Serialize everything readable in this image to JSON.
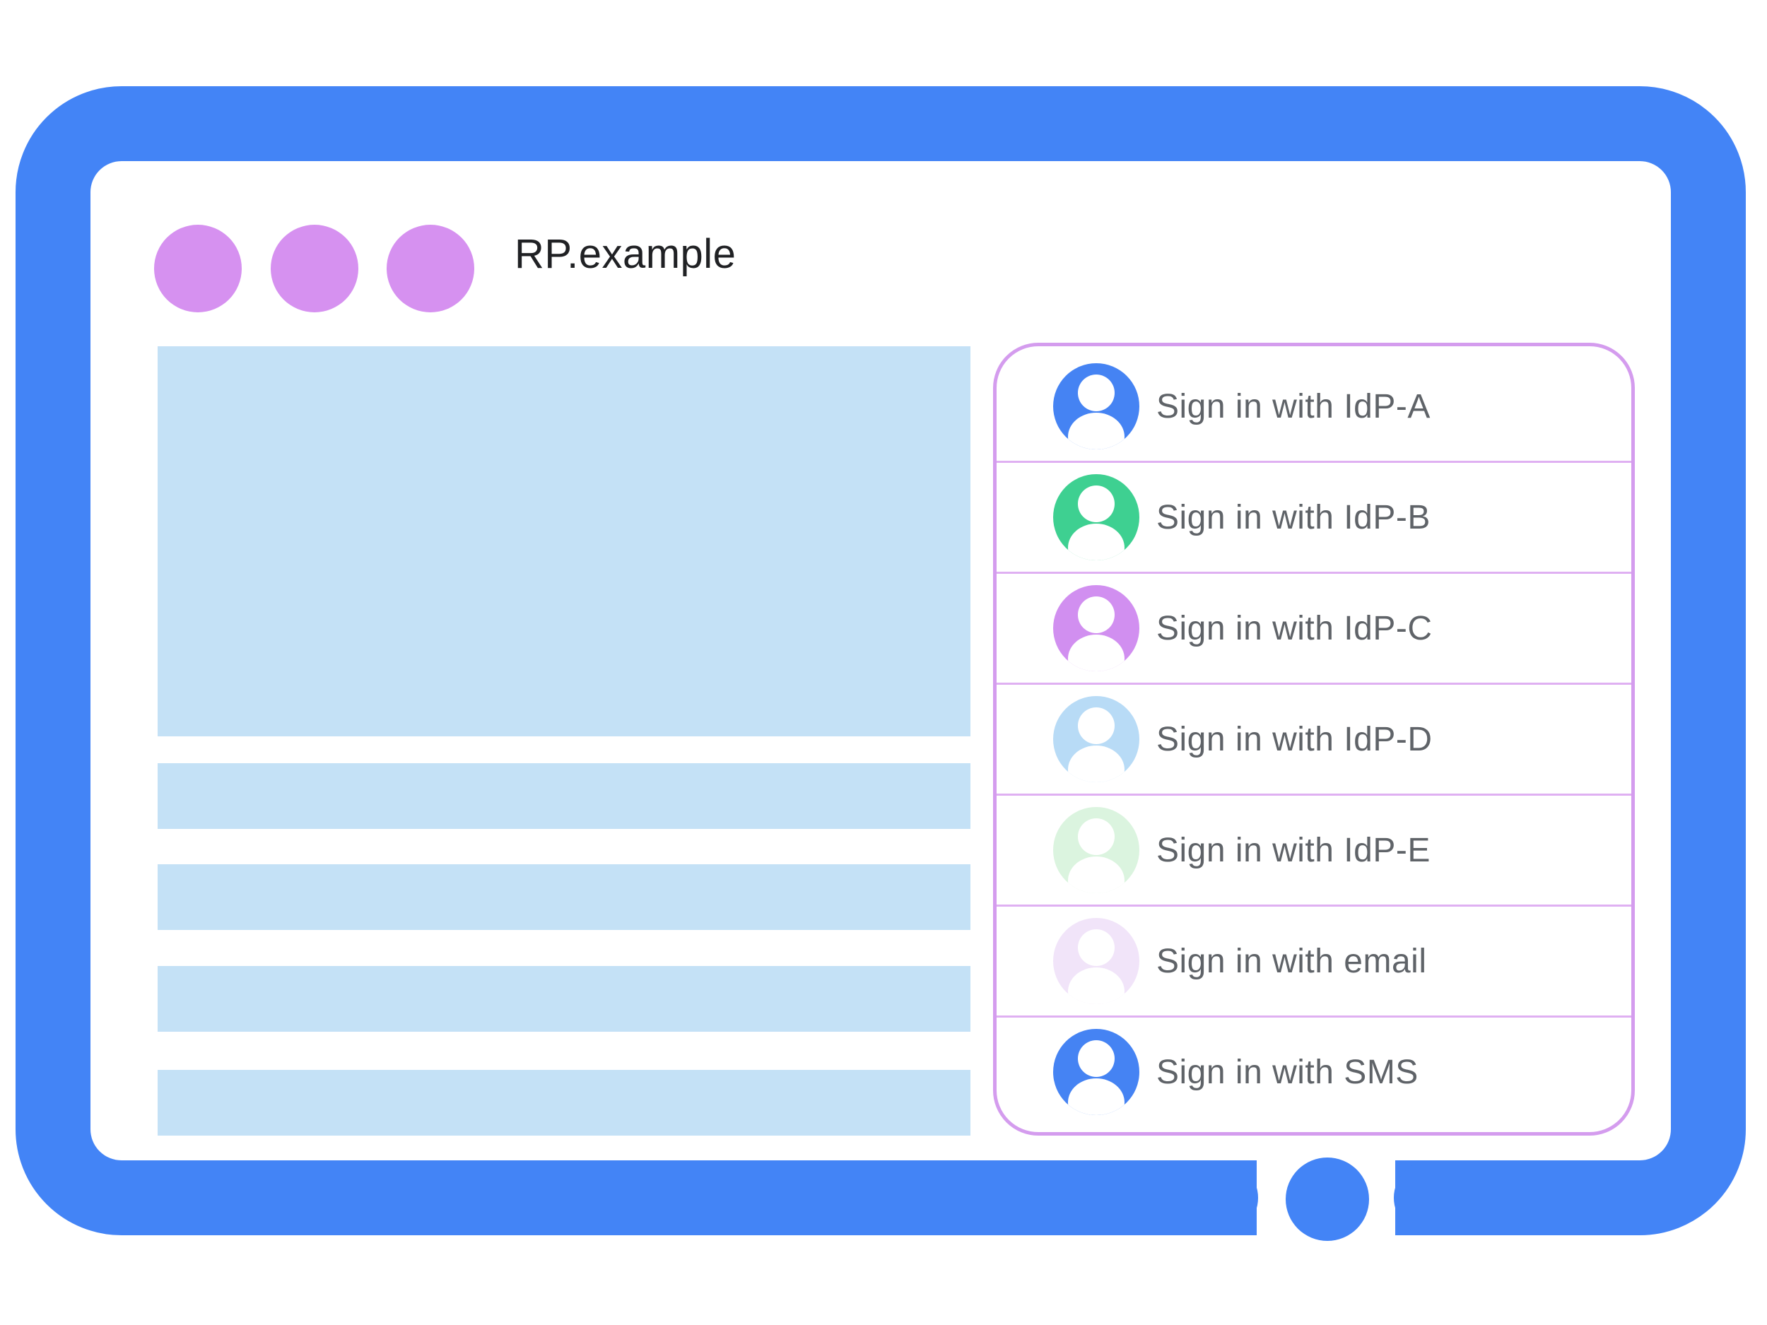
{
  "window": {
    "title": "RP.example"
  },
  "colors": {
    "frame": "#4384f6",
    "window_dots": "#d691f0",
    "content_placeholder": "#c4e1f6",
    "title_text": "#202124",
    "row_text": "#5f6368"
  },
  "icons": {
    "row_avatar": "person-circle-icon",
    "window_controls": "window-dots",
    "home_button": "home-button-circle"
  },
  "panel": {
    "border_color": "#d49cee",
    "divider_color": "#dfb0f2",
    "rows": [
      {
        "label": "Sign in with IdP-A",
        "avatar_color": "#4583f3"
      },
      {
        "label": "Sign in with IdP-B",
        "avatar_color": "#3ed091"
      },
      {
        "label": "Sign in with IdP-C",
        "avatar_color": "#d18ff0"
      },
      {
        "label": "Sign in with IdP-D",
        "avatar_color": "#b8dbf6"
      },
      {
        "label": "Sign in with IdP-E",
        "avatar_color": "#dbf4df"
      },
      {
        "label": "Sign in with email",
        "avatar_color": "#f1e4f9"
      },
      {
        "label": "Sign in with SMS",
        "avatar_color": "#4583f3"
      }
    ]
  }
}
